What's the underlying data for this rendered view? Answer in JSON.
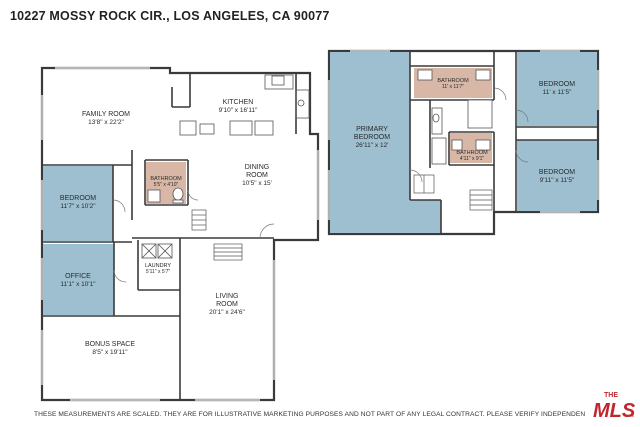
{
  "title": "10227 MOSSY ROCK CIR., LOS ANGELES, CA 90077",
  "disclaimer": "THESE MEASUREMENTS ARE SCALED.  THEY ARE FOR ILLUSTRATIVE MARKETING PURPOSES AND NOT PART OF ANY LEGAL CONTRACT.  PLEASE VERIFY INDEPENDEN",
  "logo": {
    "line1": "THE",
    "line2": "MLS",
    "mark": "™"
  },
  "colors": {
    "wall": "#3a3a3a",
    "floor": "#ffffff",
    "bedroom": "#9dbfd0",
    "bathroom": "#d8b7a6",
    "logo": "#c0272d"
  },
  "rooms": {
    "family_room": {
      "name": "FAMILY ROOM",
      "dims": "13'8\" x 22'2\""
    },
    "kitchen": {
      "name": "KITCHEN",
      "dims": "9'10\" x 16'11\""
    },
    "dining_room": {
      "name_line1": "DINING",
      "name_line2": "ROOM",
      "dims": "10'5\" x 15'"
    },
    "bathroom_main": {
      "name": "BATHROOM",
      "dims": "5'5\" x 4'10\""
    },
    "bedroom_main": {
      "name": "BEDROOM",
      "dims": "11'7\" x 10'2\""
    },
    "laundry": {
      "name": "LAUNDRY",
      "dims": "5'11\" x 5'7\""
    },
    "living_room": {
      "name_line1": "LIVING",
      "name_line2": "ROOM",
      "dims": "20'1\" x 24'6\""
    },
    "office": {
      "name": "OFFICE",
      "dims": "11'1\" x 10'1\""
    },
    "bonus_space": {
      "name": "BONUS SPACE",
      "dims": "8'5\" x 19'11\""
    },
    "primary_bedroom": {
      "name_line1": "PRIMARY",
      "name_line2": "BEDROOM",
      "dims": "26'11\" x 12'"
    },
    "bathroom_upper_1": {
      "name": "BATHROOM",
      "dims": "11' x 11'7\""
    },
    "bathroom_upper_2": {
      "name": "BATHROOM",
      "dims": "4'11\" x 9'1\""
    },
    "bedroom_upper_1": {
      "name": "BEDROOM",
      "dims": "11' x 11'5\""
    },
    "bedroom_upper_2": {
      "name": "BEDROOM",
      "dims": "9'11\" x 11'5\""
    }
  }
}
